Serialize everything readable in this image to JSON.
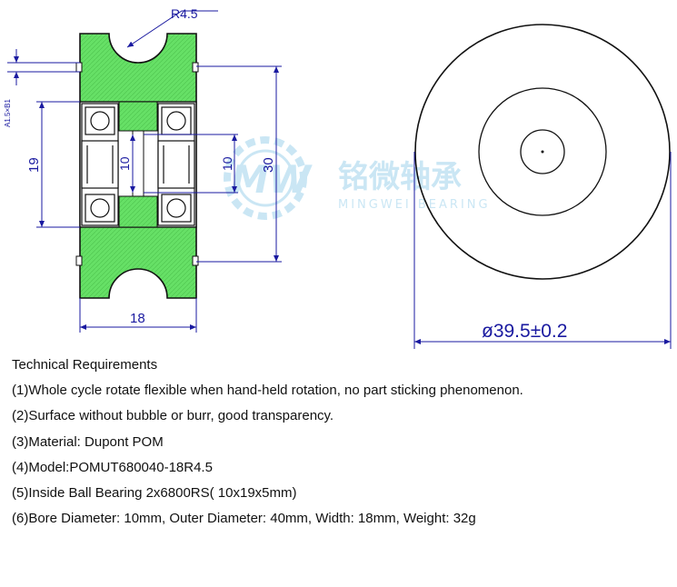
{
  "drawing": {
    "labels": {
      "radius": "R4.5",
      "chamfer": "A1.5×B1",
      "bearing_od": "19",
      "bore_left": "10",
      "bore_right": "10",
      "outer_height": "30",
      "width": "18",
      "outer_diameter": "ø39.5±0.2"
    },
    "colors": {
      "pom_body": "#66e066",
      "dimension_lines": "#1a1aa0",
      "outline": "#111111",
      "watermark": "#9fd3ec"
    }
  },
  "watermark": {
    "logo_text": "MW",
    "brand_cn": "铭微轴承",
    "brand_en": "MINGWEI BEARING"
  },
  "requirements": {
    "title": "Technical Requirements",
    "items": [
      "(1)Whole cycle rotate flexible when hand-held rotation, no part sticking phenomenon.",
      "(2)Surface without bubble or burr, good transparency.",
      "(3)Material: Dupont POM",
      "(4)Model:POMUT680040-18R4.5",
      "(5)Inside Ball Bearing 2x6800RS( 10x19x5mm)",
      "(6)Bore Diameter: 10mm, Outer Diameter: 40mm, Width: 18mm, Weight: 32g"
    ]
  }
}
